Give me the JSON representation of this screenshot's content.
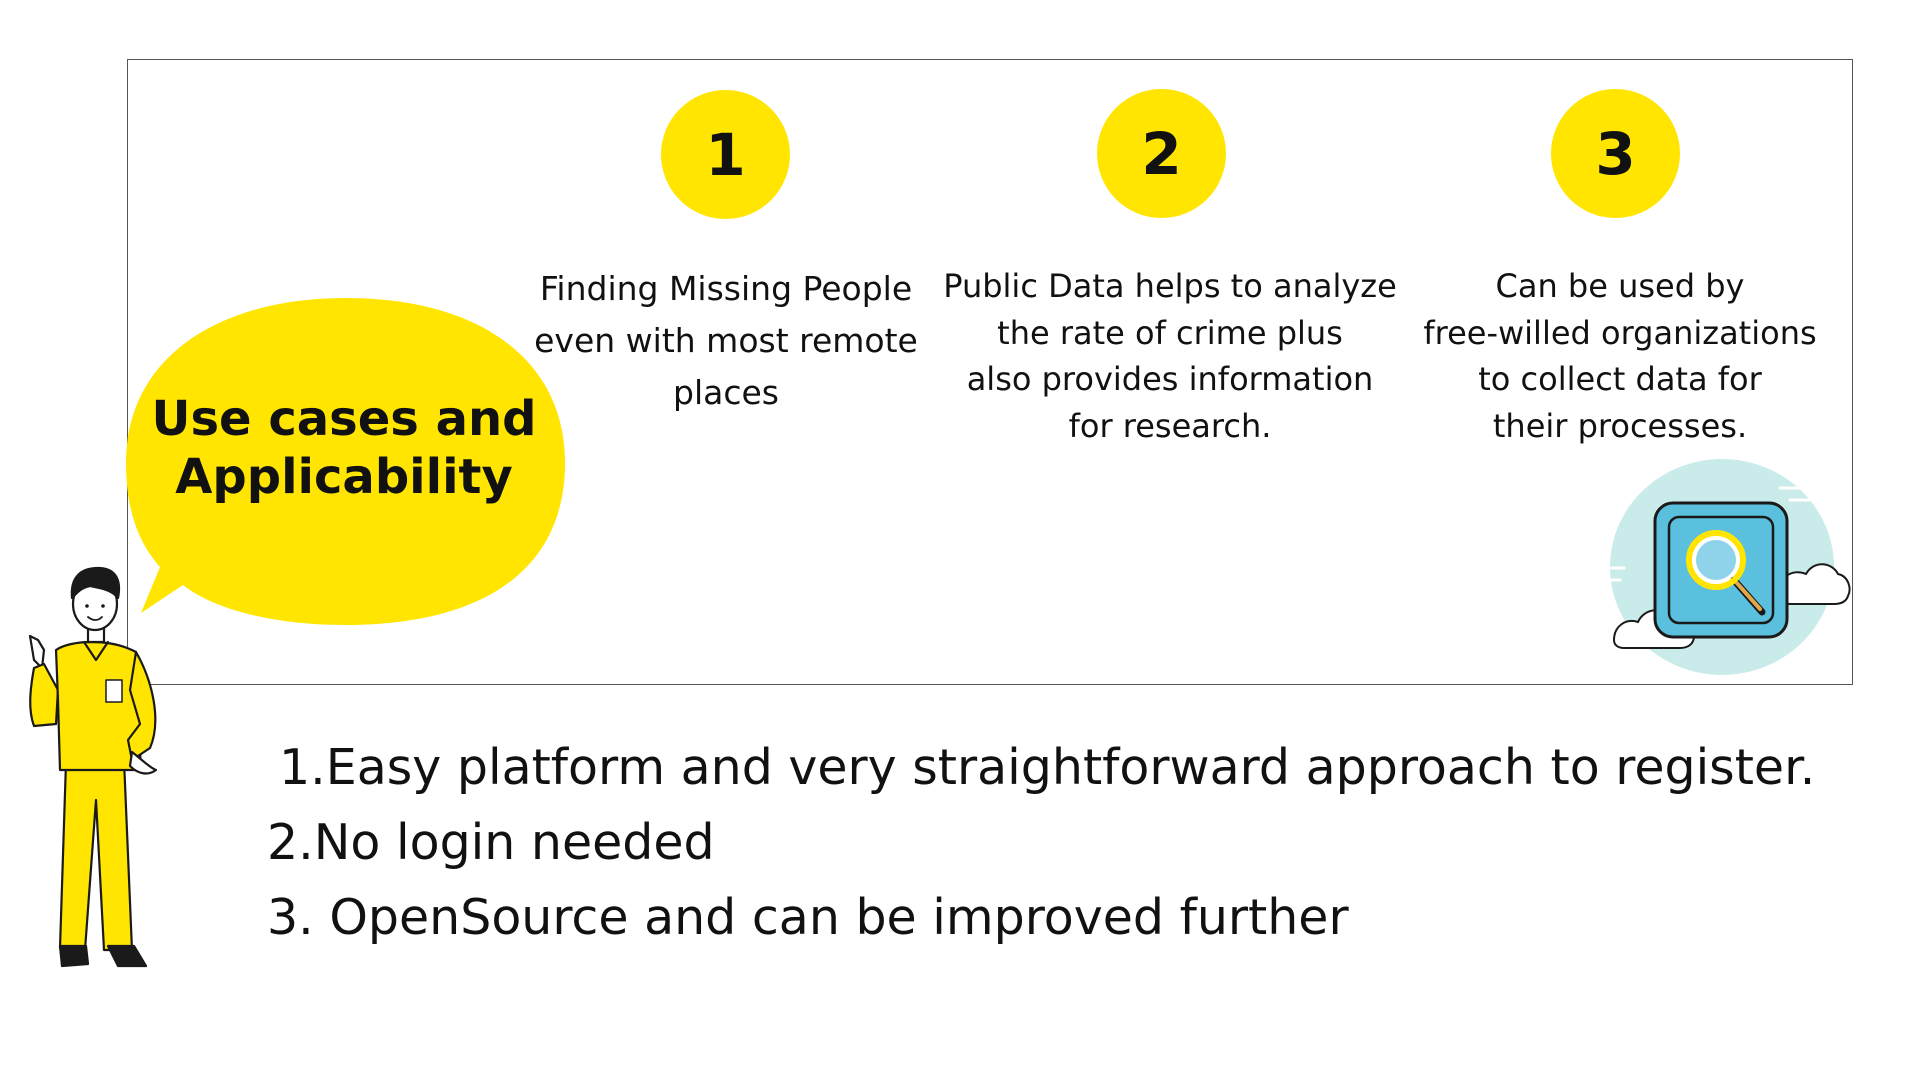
{
  "colors": {
    "accent": "#FFE500",
    "frame_border": "#555555",
    "text": "#111111",
    "cloud": "#C9EBEA",
    "safe_blue": "#5BBFDE",
    "safe_outline": "#1A1A1A"
  },
  "bubble": {
    "title": "Use cases and\nApplicability",
    "icon": "speech-bubble-icon"
  },
  "steps": [
    {
      "number": "1",
      "text": "Finding Missing People\neven with most remote\nplaces"
    },
    {
      "number": "2",
      "text": "Public Data helps to analyze\nthe rate of crime plus\nalso provides information\nfor research."
    },
    {
      "number": "3",
      "text": "Can be used by\nfree-willed organizations\nto collect data for\ntheir processes."
    }
  ],
  "features": [
    {
      "num": "1.",
      "text": "Easy platform and very straightforward approach to register."
    },
    {
      "num": "2.",
      "text": "No login needed"
    },
    {
      "num": "3.",
      "text": " OpenSource and can be improved further"
    }
  ],
  "illustrations": {
    "person": "person-in-yellow-uniform-icon",
    "safe": "safe-with-magnifier-icon",
    "clouds": "cloud-icon"
  }
}
